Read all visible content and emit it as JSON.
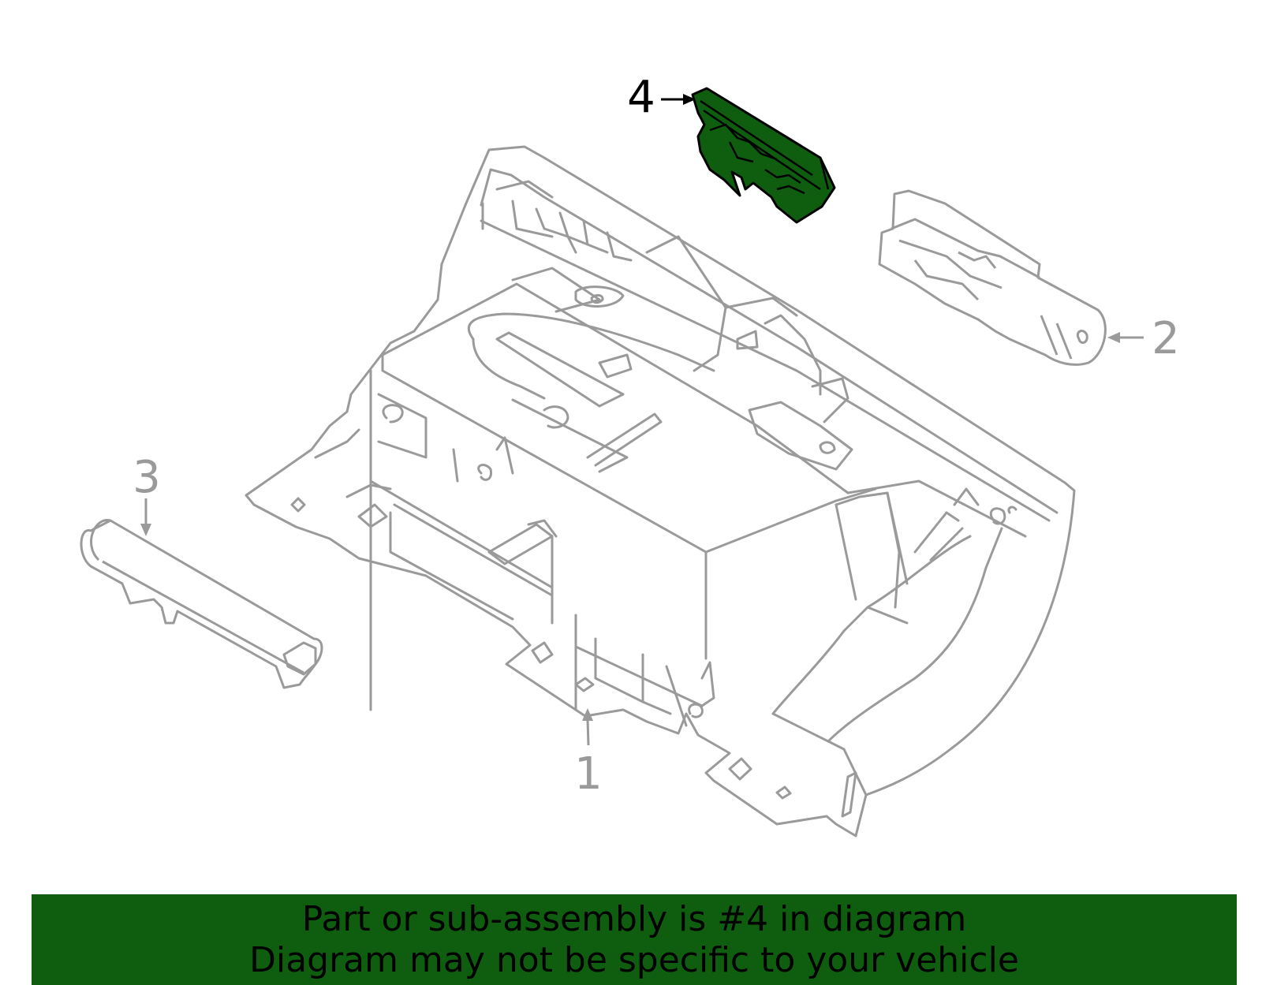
{
  "diagram": {
    "callouts": [
      {
        "id": "1",
        "label": "1",
        "highlighted": false
      },
      {
        "id": "2",
        "label": "2",
        "highlighted": false
      },
      {
        "id": "3",
        "label": "3",
        "highlighted": false
      },
      {
        "id": "4",
        "label": "4",
        "highlighted": true
      }
    ]
  },
  "banner": {
    "line1": "Part or sub-assembly is #4 in diagram",
    "line2": "Diagram may not be specific to your vehicle"
  },
  "colors": {
    "highlight": "#0f5e0f",
    "outline": "#9a9a9a",
    "banner_bg": "#0f5e0f",
    "banner_text": "#000000",
    "highlight_label": "#000000"
  }
}
